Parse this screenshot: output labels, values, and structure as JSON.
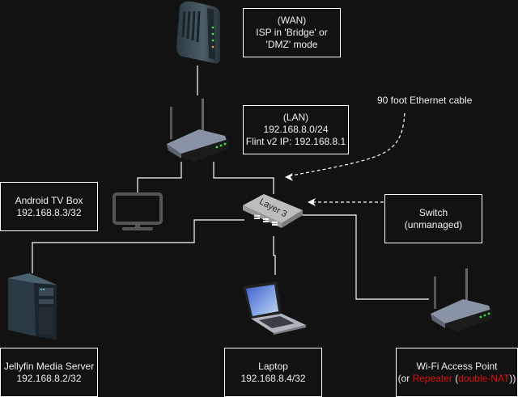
{
  "diagram": {
    "title": "Home network topology",
    "nodes": {
      "modem": {
        "icon": "cable-modem-icon"
      },
      "router": {
        "icon": "wireless-router-icon"
      },
      "tv": {
        "icon": "monitor-icon"
      },
      "switch": {
        "icon": "layer3-switch-icon",
        "device_text": "Layer 3"
      },
      "server": {
        "icon": "tower-server-icon"
      },
      "laptop": {
        "icon": "laptop-icon"
      },
      "access_point": {
        "icon": "wireless-router-icon"
      }
    },
    "labels": {
      "wan": {
        "line1": "(WAN)",
        "line2": "ISP in 'Bridge' or",
        "line3": "'DMZ' mode"
      },
      "lan": {
        "line1": "(LAN)",
        "line2": "192.168.8.0/24",
        "line3": "Flint v2 IP: 192.168.8.1"
      },
      "cable_note": "90 foot Ethernet cable",
      "tv_box": {
        "line1": "Android TV Box",
        "line2": "192.168.8.3/32"
      },
      "switch": {
        "line1": "Switch",
        "line2": "(unmanaged)"
      },
      "server": {
        "line1": "Jellyfin Media Server",
        "line2": "192.168.8.2/32"
      },
      "laptop": {
        "line1": "Laptop",
        "line2": "192.168.8.4/32"
      },
      "access_point": {
        "line1": "Wi-Fi Access Point",
        "line2_prefix": "(or ",
        "line2_red1": "Repeater",
        "line2_mid": " (",
        "line2_red2": "double-NAT",
        "line2_suffix": "))"
      }
    },
    "colors": {
      "background": "#121212",
      "line": "#ffffff",
      "highlight": "#e01010"
    }
  }
}
